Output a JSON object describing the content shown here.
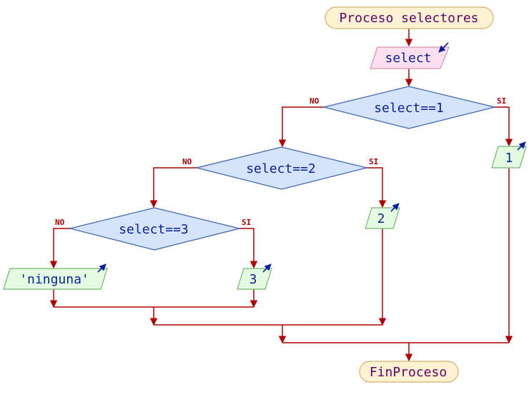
{
  "diagram": {
    "start": "Proceso selectores",
    "end": "FinProceso",
    "input": "select",
    "no_label": "NO",
    "yes_label": "SI",
    "decisions": [
      "select==1",
      "select==2",
      "select==3"
    ],
    "outputs": [
      "1",
      "2",
      "3",
      "'ninguna'"
    ],
    "colors": {
      "terminal_fill": "#fdf3d2",
      "terminal_stroke": "#d4b26a",
      "terminal_text": "#660066",
      "input_fill": "#fde0ef",
      "input_stroke": "#d98fb6",
      "decision_fill": "#d6e4fb",
      "decision_stroke": "#3c63b5",
      "output_fill": "#e4fbe1",
      "output_stroke": "#76b46f",
      "text_blue": "#0a1fa0",
      "flow": "#b30000"
    },
    "icons": [
      "input-arrow-icon",
      "output-arrow-icon"
    ]
  }
}
